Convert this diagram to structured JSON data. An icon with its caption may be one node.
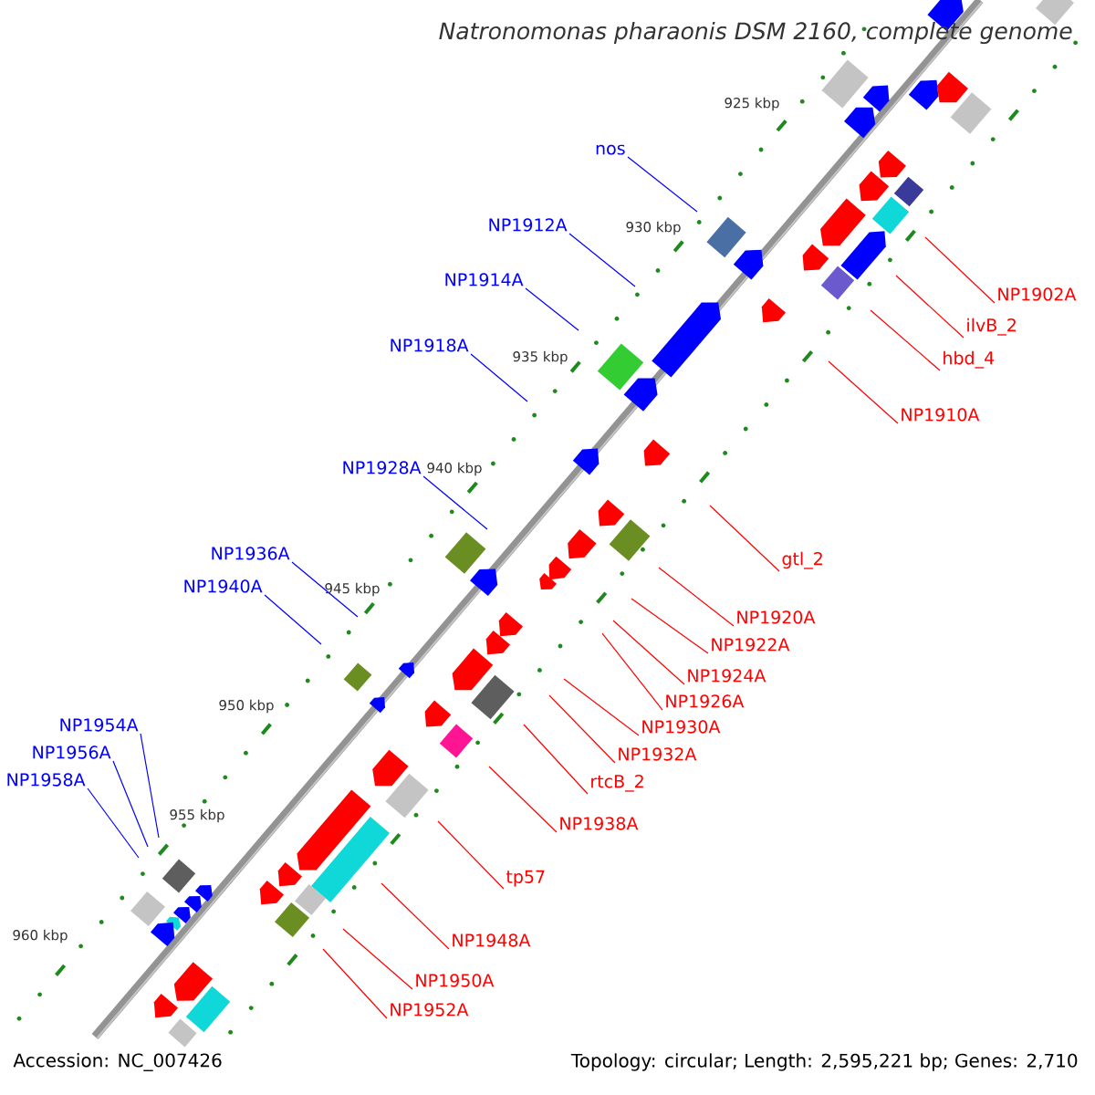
{
  "diagram": {
    "title": "Natronomonas pharaonis DSM 2160, complete genome",
    "nodes": [
      {
        "text": [
          "nos"
        ]
      },
      {
        "text": [
          "NP1912A"
        ]
      },
      {
        "text": [
          "NP1914A"
        ]
      },
      {
        "text": [
          "NP1902A"
        ]
      },
      {
        "text": [
          "ilvB_2"
        ]
      },
      {
        "text": [
          "NP1918A"
        ]
      },
      {
        "text": [
          "hbd_4"
        ]
      },
      {
        "text": [
          "NP1910A"
        ]
      },
      {
        "text": [
          "NP1928A"
        ]
      },
      {
        "text": [
          "NP1936A"
        ]
      },
      {
        "text": [
          "gtl_2"
        ]
      },
      {
        "text": [
          "NP1940A"
        ]
      },
      {
        "text": [
          "NP1920A"
        ]
      },
      {
        "text": [
          "NP1922A"
        ]
      },
      {
        "text": [
          "NP1924A"
        ]
      },
      {
        "text": [
          "NP1926A"
        ]
      },
      {
        "text": [
          "NP1954A"
        ]
      },
      {
        "text": [
          "NP1930A"
        ]
      },
      {
        "text": [
          "NP1956A"
        ]
      },
      {
        "text": [
          "NP1932A"
        ]
      },
      {
        "text": [
          "NP1958A"
        ]
      },
      {
        "text": [
          "rtcB_2"
        ]
      },
      {
        "text": [
          "NP1938A"
        ]
      },
      {
        "text": [
          "tp57"
        ]
      },
      {
        "text": [
          "NP1948A"
        ]
      },
      {
        "text": [
          "NP1950A"
        ]
      },
      {
        "text": [
          "NP1952A"
        ]
      }
    ],
    "edges": [
      {
        "from": 0,
        "to": null,
        "arrow": "none",
        "color": "#0000ff"
      },
      {
        "from": 1,
        "to": null,
        "arrow": "none",
        "color": "#0000ff"
      },
      {
        "from": 2,
        "to": null,
        "arrow": "none",
        "color": "#0000ff"
      },
      {
        "from": 3,
        "to": null,
        "arrow": "none"
      },
      {
        "from": 4,
        "to": null,
        "arrow": "none"
      },
      {
        "from": 5,
        "to": null,
        "arrow": "none",
        "color": "#0000ff"
      },
      {
        "from": 6,
        "to": null,
        "arrow": "none"
      },
      {
        "from": 7,
        "to": null,
        "arrow": "none"
      },
      {
        "from": 8,
        "to": null,
        "arrow": "none",
        "color": "#0000ff"
      },
      {
        "from": 9,
        "to": null,
        "arrow": "none",
        "color": "#0000ff"
      },
      {
        "from": 10,
        "to": null,
        "arrow": "none"
      },
      {
        "from": 11,
        "to": null,
        "arrow": "none",
        "color": "#0000ff"
      },
      {
        "from": 12,
        "to": null,
        "arrow": "none"
      },
      {
        "from": 13,
        "to": null,
        "arrow": "none"
      },
      {
        "from": 14,
        "to": null,
        "arrow": "none"
      },
      {
        "from": 15,
        "to": null,
        "arrow": "none"
      },
      {
        "from": 16,
        "to": null,
        "arrow": "none",
        "color": "#0000ff"
      },
      {
        "from": 17,
        "to": null,
        "arrow": "none"
      },
      {
        "from": 18,
        "to": null,
        "arrow": "none",
        "color": "#0000ff"
      },
      {
        "from": 19,
        "to": null,
        "arrow": "none"
      },
      {
        "from": 20,
        "to": null,
        "arrow": "none",
        "color": "#0000ff"
      },
      {
        "from": 21,
        "to": null,
        "arrow": "none"
      },
      {
        "from": 22,
        "to": null,
        "arrow": "none"
      },
      {
        "from": 23,
        "to": null,
        "arrow": "none"
      },
      {
        "from": 24,
        "to": null,
        "arrow": "none"
      },
      {
        "from": 25,
        "to": null,
        "arrow": "none"
      },
      {
        "from": 26,
        "to": null,
        "arrow": "none"
      }
    ],
    "labels": [
      "925 kbp",
      "930 kbp",
      "935 kbp",
      "940 kbp",
      "945 kbp",
      "950 kbp",
      "955 kbp",
      "960 kbp",
      "Accession: NC_007426",
      "Topology: circular; Length: 2,595,221 bp; Genes: 2,710"
    ]
  }
}
